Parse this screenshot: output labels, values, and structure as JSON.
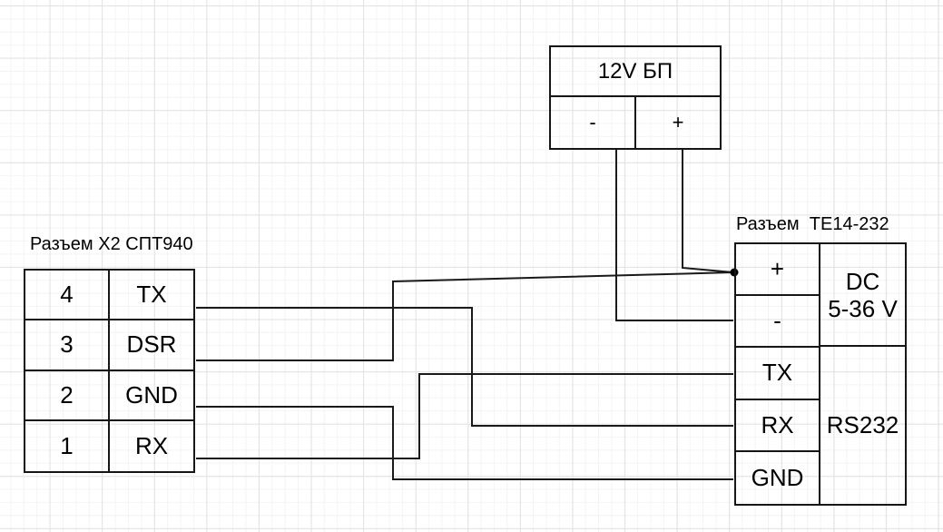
{
  "power_supply": {
    "title": "12V БП",
    "minus_label": "-",
    "plus_label": "+"
  },
  "left_connector": {
    "label": "Разъем X2 СПТ940",
    "pins": [
      {
        "number": "4",
        "signal": "TX"
      },
      {
        "number": "3",
        "signal": "DSR"
      },
      {
        "number": "2",
        "signal": "GND"
      },
      {
        "number": "1",
        "signal": "RX"
      }
    ]
  },
  "right_connector": {
    "label": "Разъем  ТЕ14-232",
    "pins": [
      "+",
      "-",
      "TX",
      "RX",
      "GND"
    ],
    "power_group": {
      "line1": "DC",
      "line2": "5-36 V"
    },
    "serial_group": "RS232"
  },
  "connections": [
    {
      "from": "12V БП -",
      "to": "ТЕ14-232 -"
    },
    {
      "from": "12V БП +",
      "to": "ТЕ14-232 +"
    },
    {
      "from": "СПТ940 X2 pin 4 TX",
      "to": "ТЕ14-232 RX"
    },
    {
      "from": "СПТ940 X2 pin 3 DSR",
      "to": "ТЕ14-232 +"
    },
    {
      "from": "СПТ940 X2 pin 2 GND",
      "to": "ТЕ14-232 GND"
    },
    {
      "from": "СПТ940 X2 pin 1 RX",
      "to": "ТЕ14-232 TX"
    }
  ],
  "colors": {
    "line": "#1a1a1a",
    "text": "#000000",
    "background": "#ffffff",
    "grid_minor": "#f4f4f4",
    "grid_major": "#e2e2e2"
  }
}
